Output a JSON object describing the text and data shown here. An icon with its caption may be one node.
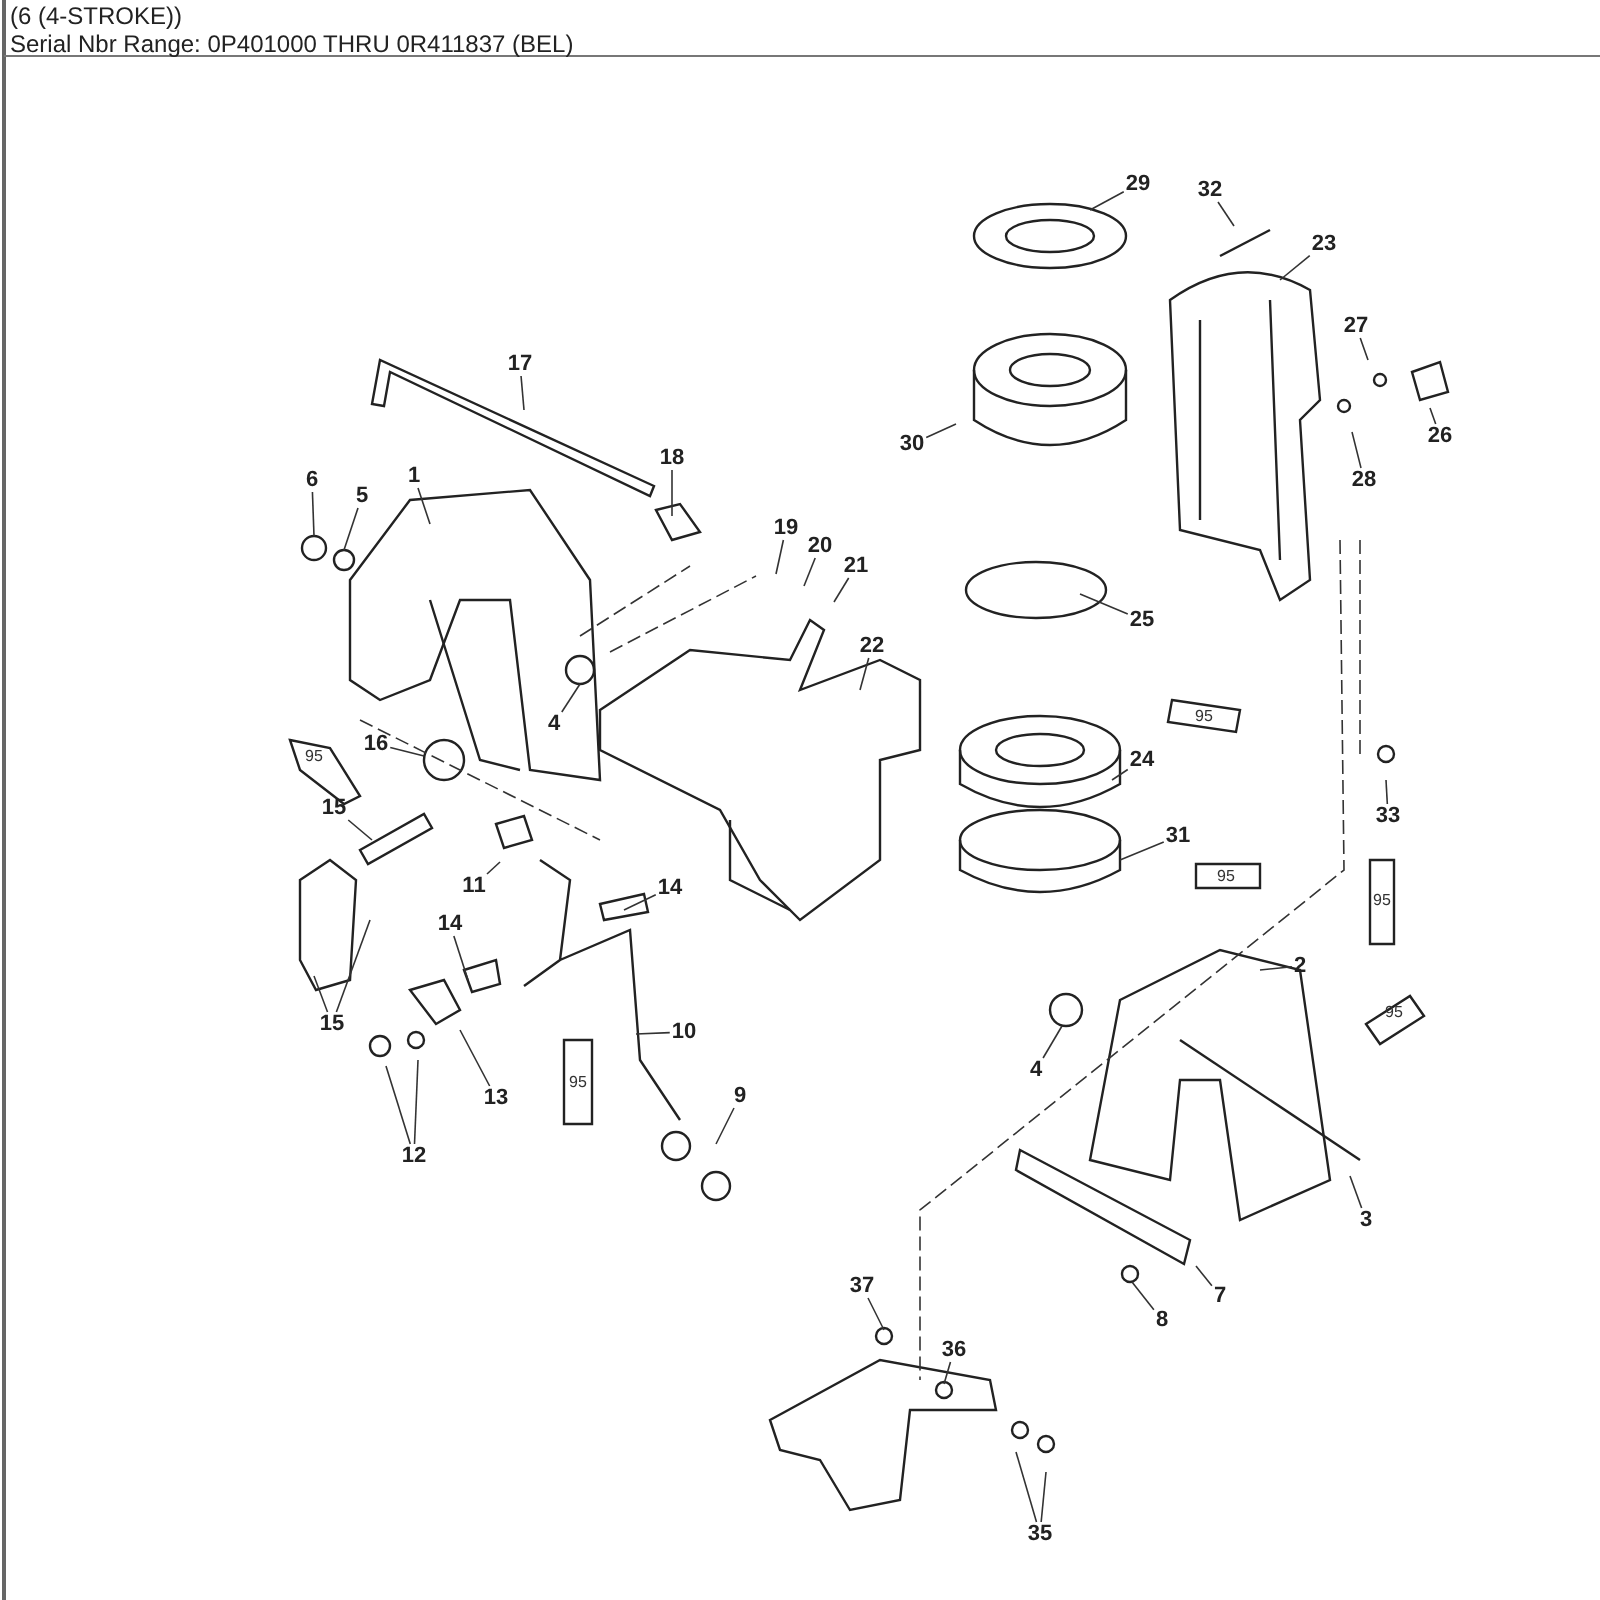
{
  "diagram": {
    "title": "(6 (4-STROKE))",
    "nodes": [
      {
        "text": [
          "1"
        ]
      },
      {
        "text": [
          "2"
        ]
      },
      {
        "text": [
          "3"
        ]
      },
      {
        "text": [
          "4"
        ]
      },
      {
        "text": [
          "4"
        ]
      },
      {
        "text": [
          "5"
        ]
      },
      {
        "text": [
          "6"
        ]
      },
      {
        "text": [
          "7"
        ]
      },
      {
        "text": [
          "8"
        ]
      },
      {
        "text": [
          "9"
        ]
      },
      {
        "text": [
          "10"
        ]
      },
      {
        "text": [
          "11"
        ]
      },
      {
        "text": [
          "12"
        ]
      },
      {
        "text": [
          "13"
        ]
      },
      {
        "text": [
          "14"
        ]
      },
      {
        "text": [
          "14"
        ]
      },
      {
        "text": [
          "15"
        ]
      },
      {
        "text": [
          "15"
        ]
      },
      {
        "text": [
          "16"
        ]
      },
      {
        "text": [
          "17"
        ]
      },
      {
        "text": [
          "18"
        ]
      },
      {
        "text": [
          "19"
        ]
      },
      {
        "text": [
          "20"
        ]
      },
      {
        "text": [
          "21"
        ]
      },
      {
        "text": [
          "22"
        ]
      },
      {
        "text": [
          "23"
        ]
      },
      {
        "text": [
          "24"
        ]
      },
      {
        "text": [
          "25"
        ]
      },
      {
        "text": [
          "26"
        ]
      },
      {
        "text": [
          "27"
        ]
      },
      {
        "text": [
          "28"
        ]
      },
      {
        "text": [
          "29"
        ]
      },
      {
        "text": [
          "30"
        ]
      },
      {
        "text": [
          "31"
        ]
      },
      {
        "text": [
          "32"
        ]
      },
      {
        "text": [
          "33"
        ]
      },
      {
        "text": [
          "35"
        ]
      },
      {
        "text": [
          "36"
        ]
      },
      {
        "text": [
          "37"
        ]
      }
    ],
    "edges": [
      {
        "from": 0,
        "to": null,
        "arrow": "none"
      },
      {
        "from": 1,
        "to": null,
        "arrow": "none"
      },
      {
        "from": 2,
        "to": null,
        "arrow": "none"
      },
      {
        "from": 3,
        "to": null,
        "arrow": "none"
      },
      {
        "from": 4,
        "to": null,
        "arrow": "none"
      },
      {
        "from": 5,
        "to": null,
        "arrow": "none"
      },
      {
        "from": 6,
        "to": null,
        "arrow": "none"
      },
      {
        "from": 7,
        "to": null,
        "arrow": "none"
      },
      {
        "from": 8,
        "to": null,
        "arrow": "none"
      },
      {
        "from": 9,
        "to": null,
        "arrow": "none"
      },
      {
        "from": 10,
        "to": null,
        "arrow": "none"
      },
      {
        "from": 11,
        "to": null,
        "arrow": "none"
      },
      {
        "from": 12,
        "to": null,
        "arrow": "none"
      },
      {
        "from": 12,
        "to": null,
        "arrow": "none"
      },
      {
        "from": 13,
        "to": null,
        "arrow": "none"
      },
      {
        "from": 14,
        "to": null,
        "arrow": "none"
      },
      {
        "from": 15,
        "to": null,
        "arrow": "none"
      },
      {
        "from": 16,
        "to": null,
        "arrow": "none"
      },
      {
        "from": 17,
        "to": null,
        "arrow": "none"
      },
      {
        "from": 17,
        "to": null,
        "arrow": "none"
      },
      {
        "from": 18,
        "to": null,
        "arrow": "none"
      },
      {
        "from": 19,
        "to": null,
        "arrow": "none"
      },
      {
        "from": 20,
        "to": null,
        "arrow": "none"
      },
      {
        "from": 21,
        "to": null,
        "arrow": "none"
      },
      {
        "from": 22,
        "to": null,
        "arrow": "none"
      },
      {
        "from": 23,
        "to": null,
        "arrow": "none"
      },
      {
        "from": 24,
        "to": null,
        "arrow": "none"
      },
      {
        "from": 25,
        "to": null,
        "arrow": "none"
      },
      {
        "from": 26,
        "to": null,
        "arrow": "none"
      },
      {
        "from": 27,
        "to": null,
        "arrow": "none"
      },
      {
        "from": 28,
        "to": null,
        "arrow": "none"
      },
      {
        "from": 29,
        "to": null,
        "arrow": "none"
      },
      {
        "from": 30,
        "to": null,
        "arrow": "none"
      },
      {
        "from": 31,
        "to": null,
        "arrow": "none"
      },
      {
        "from": 32,
        "to": null,
        "arrow": "none"
      },
      {
        "from": 33,
        "to": null,
        "arrow": "none"
      },
      {
        "from": 34,
        "to": null,
        "arrow": "none"
      },
      {
        "from": 35,
        "to": null,
        "arrow": "none"
      },
      {
        "from": 36,
        "to": null,
        "arrow": "none"
      },
      {
        "from": 36,
        "to": null,
        "arrow": "none"
      },
      {
        "from": 37,
        "to": null,
        "arrow": "none"
      },
      {
        "from": 38,
        "to": null,
        "arrow": "none"
      }
    ],
    "labels": [
      "Serial Nbr Range: 0P401000 THRU 0R411837 (BEL)",
      "95",
      "95",
      "95",
      "95",
      "95",
      "95"
    ]
  }
}
